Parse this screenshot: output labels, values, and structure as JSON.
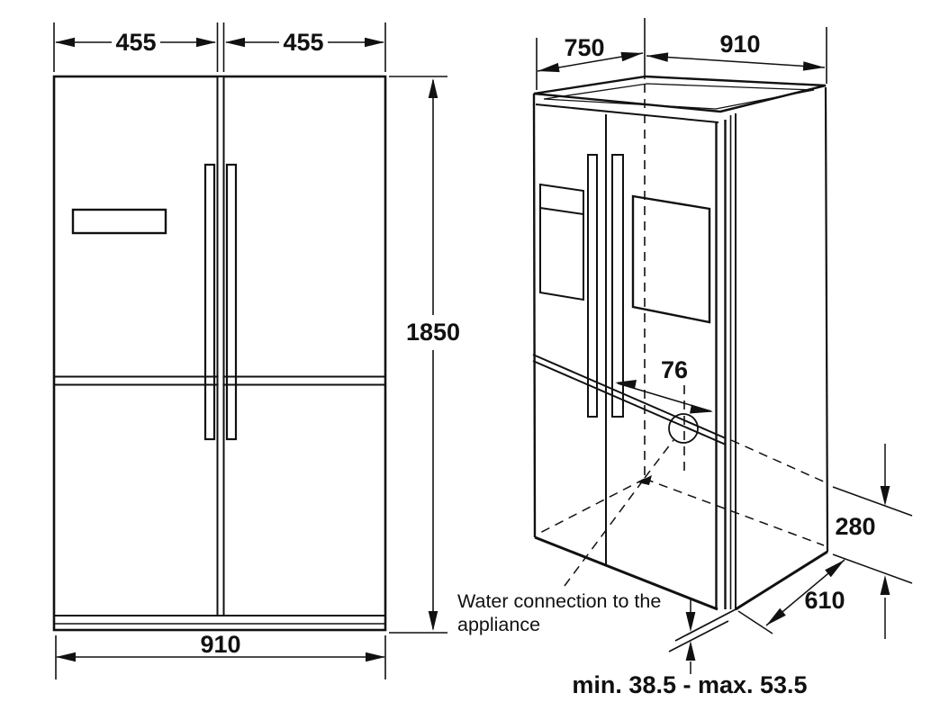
{
  "diagram": {
    "title": "refrigerator-dimension-drawing",
    "line_color": "#111111",
    "background": "#ffffff"
  },
  "front_view": {
    "dim_left_door_width": "455",
    "dim_right_door_width": "455",
    "dim_total_height": "1850",
    "dim_total_width": "910"
  },
  "iso_view": {
    "dim_depth_top": "750",
    "dim_width_top": "910",
    "dim_water_offset": "76",
    "dim_base_height": "280",
    "dim_side_depth": "610",
    "dim_floor_clearance": "min. 38.5 - max. 53.5",
    "note_line1": "Water connection to the",
    "note_line2": "appliance"
  }
}
